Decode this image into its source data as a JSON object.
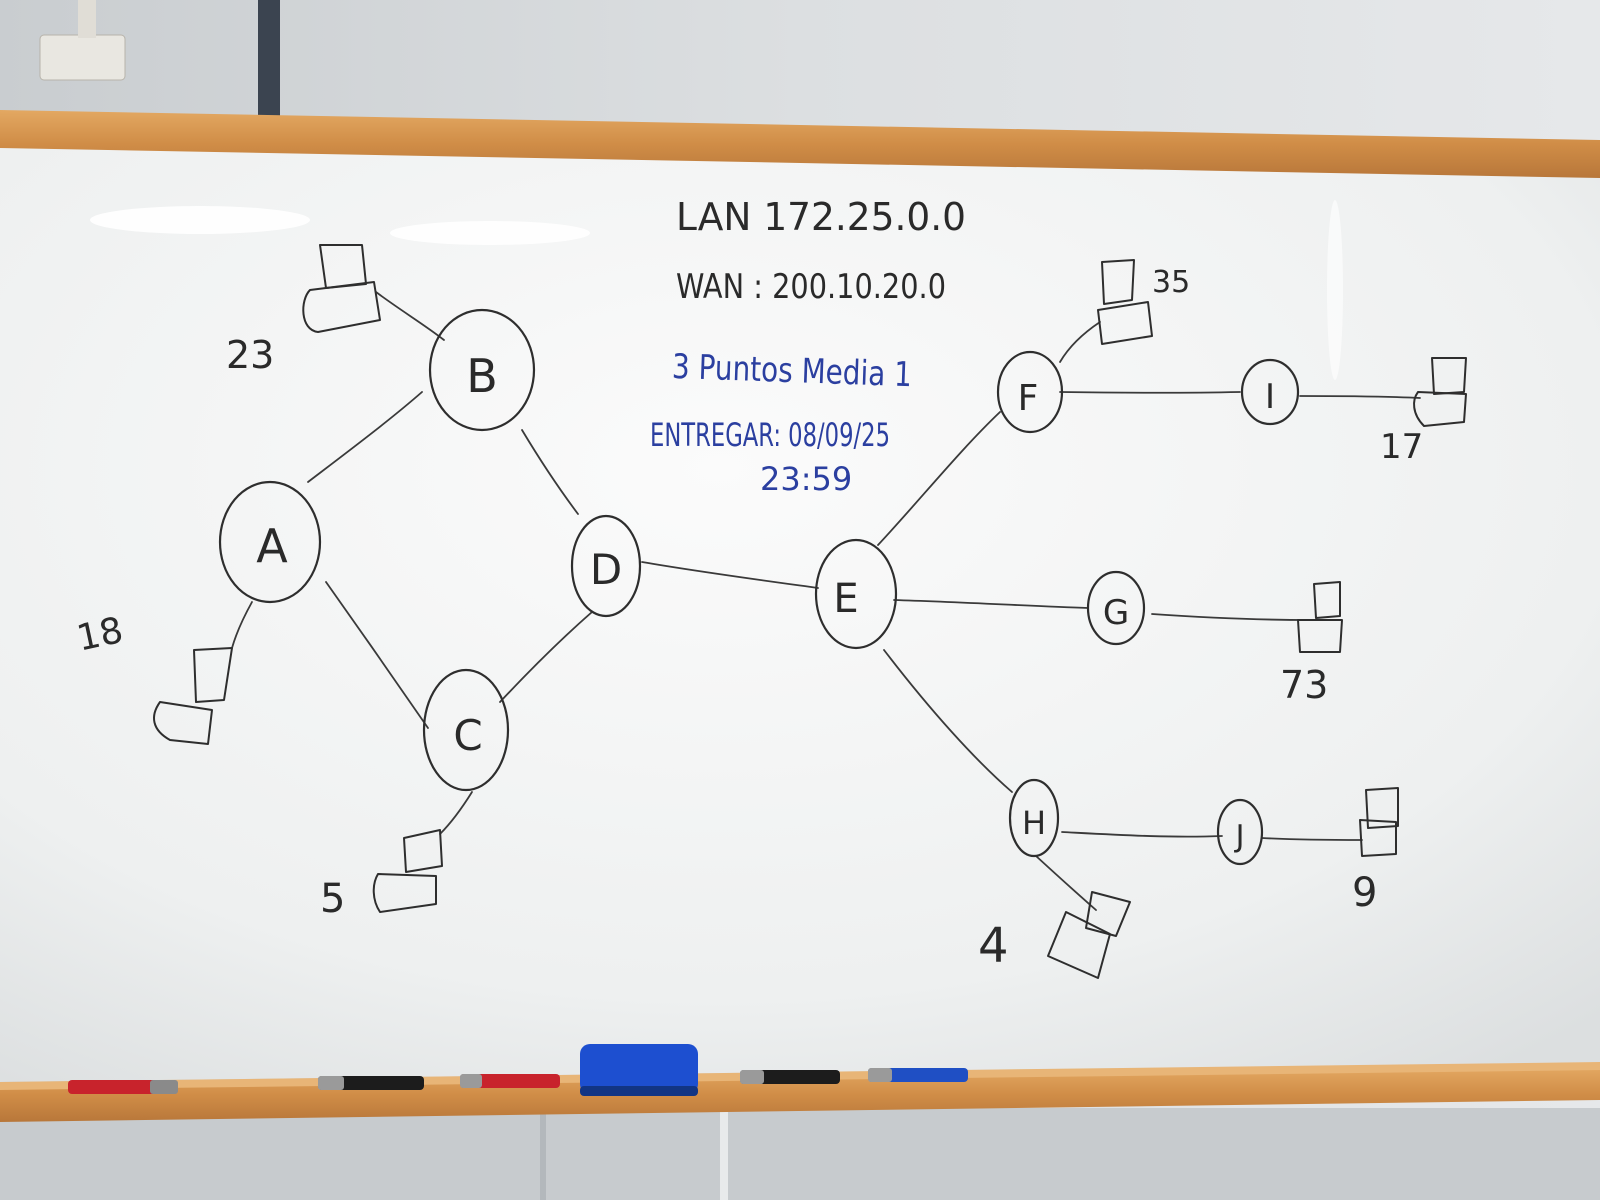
{
  "board": {
    "notes": {
      "lan": "LAN 172.25.0.0",
      "wan": "WAN : 200.10.20.0",
      "points": "3 Puntos Media 1",
      "entregar": "ENTREGAR: 08/09/25",
      "time": "23:59"
    },
    "routers": [
      "A",
      "B",
      "C",
      "D",
      "E",
      "F",
      "G",
      "H",
      "I",
      "J"
    ],
    "host_counts": {
      "A": "18",
      "B": "23",
      "C": "5",
      "F": "35",
      "I": "17",
      "G": "73",
      "H": "4",
      "J": "9"
    },
    "links": [
      [
        "A",
        "B"
      ],
      [
        "A",
        "C"
      ],
      [
        "B",
        "D"
      ],
      [
        "C",
        "D"
      ],
      [
        "D",
        "E"
      ],
      [
        "E",
        "F"
      ],
      [
        "E",
        "G"
      ],
      [
        "E",
        "H"
      ],
      [
        "F",
        "I"
      ],
      [
        "H",
        "J"
      ]
    ]
  },
  "tray": {
    "markers": [
      {
        "name": "red-marker",
        "color": "#c8232c"
      },
      {
        "name": "black-marker",
        "color": "#1c1c1c"
      },
      {
        "name": "red-marker",
        "color": "#c8232c"
      },
      {
        "name": "black-marker",
        "color": "#1c1c1c"
      },
      {
        "name": "blue-marker",
        "color": "#1f4fc4"
      }
    ],
    "eraser_color": "#1d4fd0"
  },
  "colors": {
    "frame_wood": "#d99a55",
    "board_white": "#f4f5f5",
    "ink_black": "#2a2a2a",
    "ink_blue": "#2b3fa0"
  }
}
